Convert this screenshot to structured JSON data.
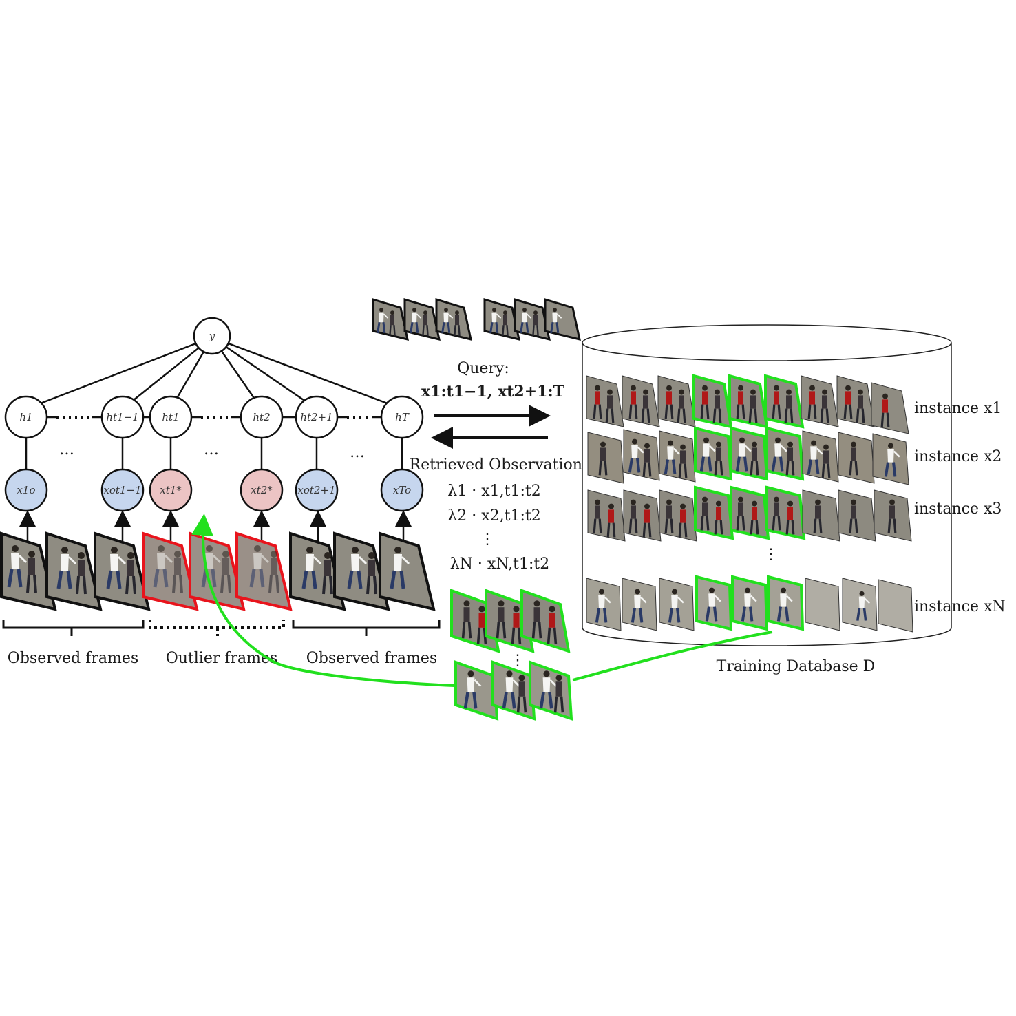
{
  "colors": {
    "observed_node": "#c6d6ee",
    "outlier_node": "#ecc4c4",
    "outlier_border": "#e8141c",
    "retrieved_border": "#22e01e",
    "frame_fill": "#8f8c82",
    "person_shirt": "#ffffff",
    "person_red_shirt": "#b01818"
  },
  "graph": {
    "y_node": "y",
    "hidden_nodes": [
      "h1",
      "ht1−1",
      "ht1",
      "ht2",
      "ht2+1",
      "hT"
    ],
    "observation_nodes": [
      {
        "label": "x1o",
        "type": "observed"
      },
      {
        "label": "xot1−1",
        "type": "observed"
      },
      {
        "label": "xt1*",
        "type": "outlier"
      },
      {
        "label": "xt2*",
        "type": "outlier"
      },
      {
        "label": "xot2+1",
        "type": "observed"
      },
      {
        "label": "xTo",
        "type": "observed"
      }
    ],
    "ellipsis": "…"
  },
  "groups": {
    "left": "Observed frames",
    "middle": "Outlier frames",
    "right": "Observed frames"
  },
  "query": {
    "title": "Query:",
    "expression": "x1:t1−1, xt2+1:T"
  },
  "retrieved": {
    "title": "Retrieved Observation:",
    "terms": [
      "λ1 · x1,t1:t2",
      "λ2 · x2,t1:t2",
      "λN · xN,t1:t2"
    ],
    "ellipsis": "⋮"
  },
  "database": {
    "title": "Training Database D",
    "instances": [
      "instance x1",
      "instance x2",
      "instance x3",
      "instance xN"
    ],
    "ellipsis": "⋮"
  }
}
